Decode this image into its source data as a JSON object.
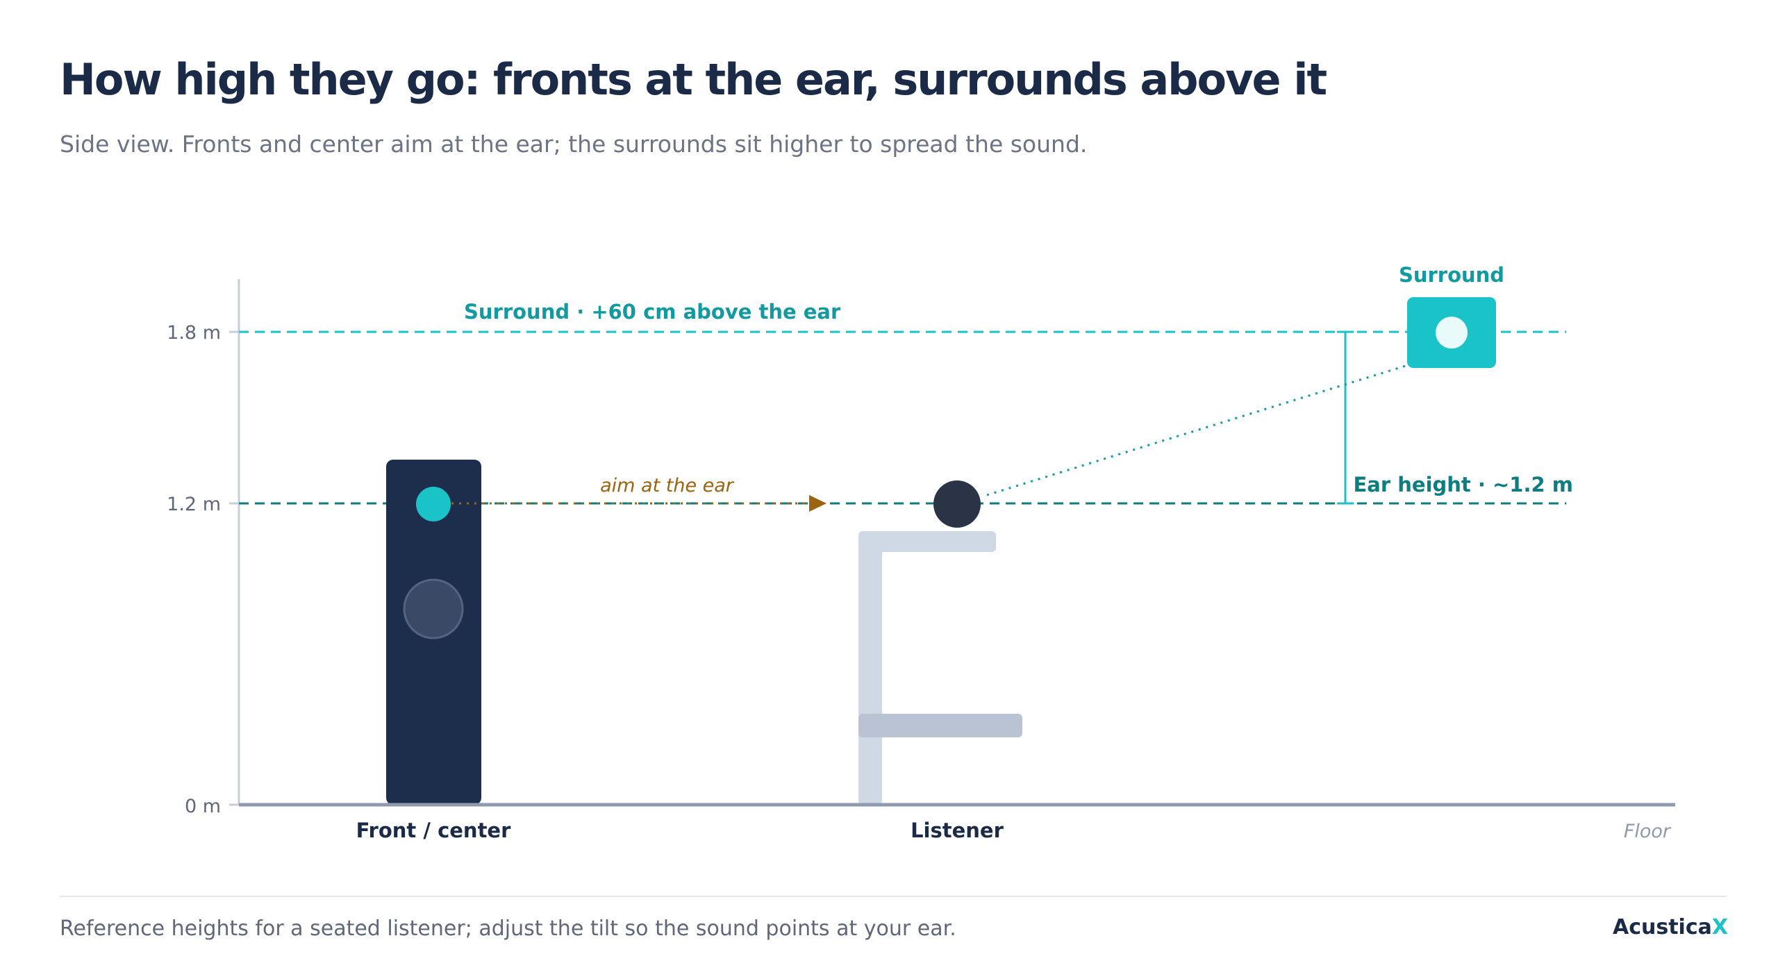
{
  "header": {
    "title": "How high they go: fronts at the ear, surrounds above it",
    "subtitle": "Side view. Fronts and center aim at the ear; the surrounds sit higher to spread the sound."
  },
  "axis": {
    "ticks": [
      {
        "value": 0,
        "label": "0 m"
      },
      {
        "value": 1.2,
        "label": "1.2 m"
      },
      {
        "value": 1.8,
        "label": "1.8 m"
      }
    ],
    "floor_label": "Floor"
  },
  "lines": {
    "surround_label": "Surround · +60 cm above the ear",
    "ear_label": "Ear height · ~1.2 m",
    "aim_label": "aim at the ear"
  },
  "objects": {
    "front_label": "Front / center",
    "listener_label": "Listener",
    "surround_label": "Surround"
  },
  "colors": {
    "navy": "#1d2e4c",
    "teal": "#19c3c7",
    "dark_teal": "#0e7d80",
    "teal_label": "#139aa0",
    "aim": "#9a6410",
    "chair": "#cfd9e5",
    "seat": "#b9c3d4",
    "axis": "#c8cdd8",
    "floor": "#8f9ab0"
  },
  "footer": {
    "note": "Reference heights for a seated listener; adjust the tilt so the sound points at your ear.",
    "brand_main": "Acustica",
    "brand_accent": "X"
  }
}
